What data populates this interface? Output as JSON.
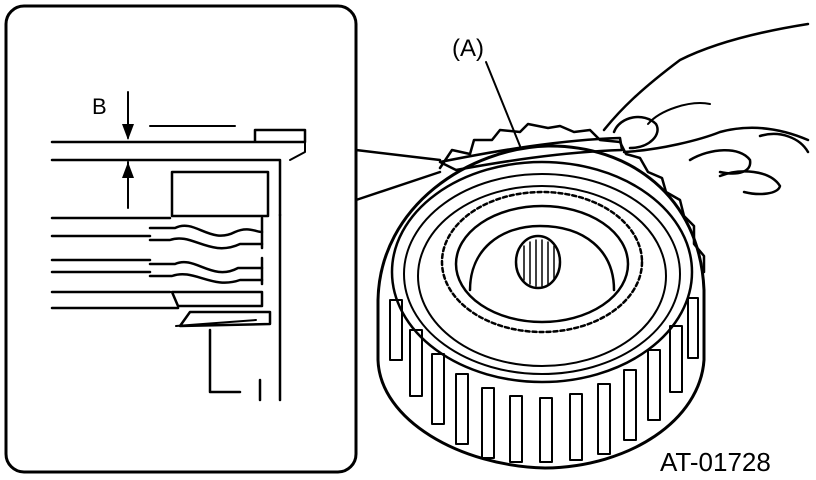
{
  "figure": {
    "detail_callout": "B",
    "part_callout": "(A)",
    "figure_code": "AT-01728"
  },
  "colors": {
    "ink": "#000000",
    "paper": "#ffffff"
  }
}
